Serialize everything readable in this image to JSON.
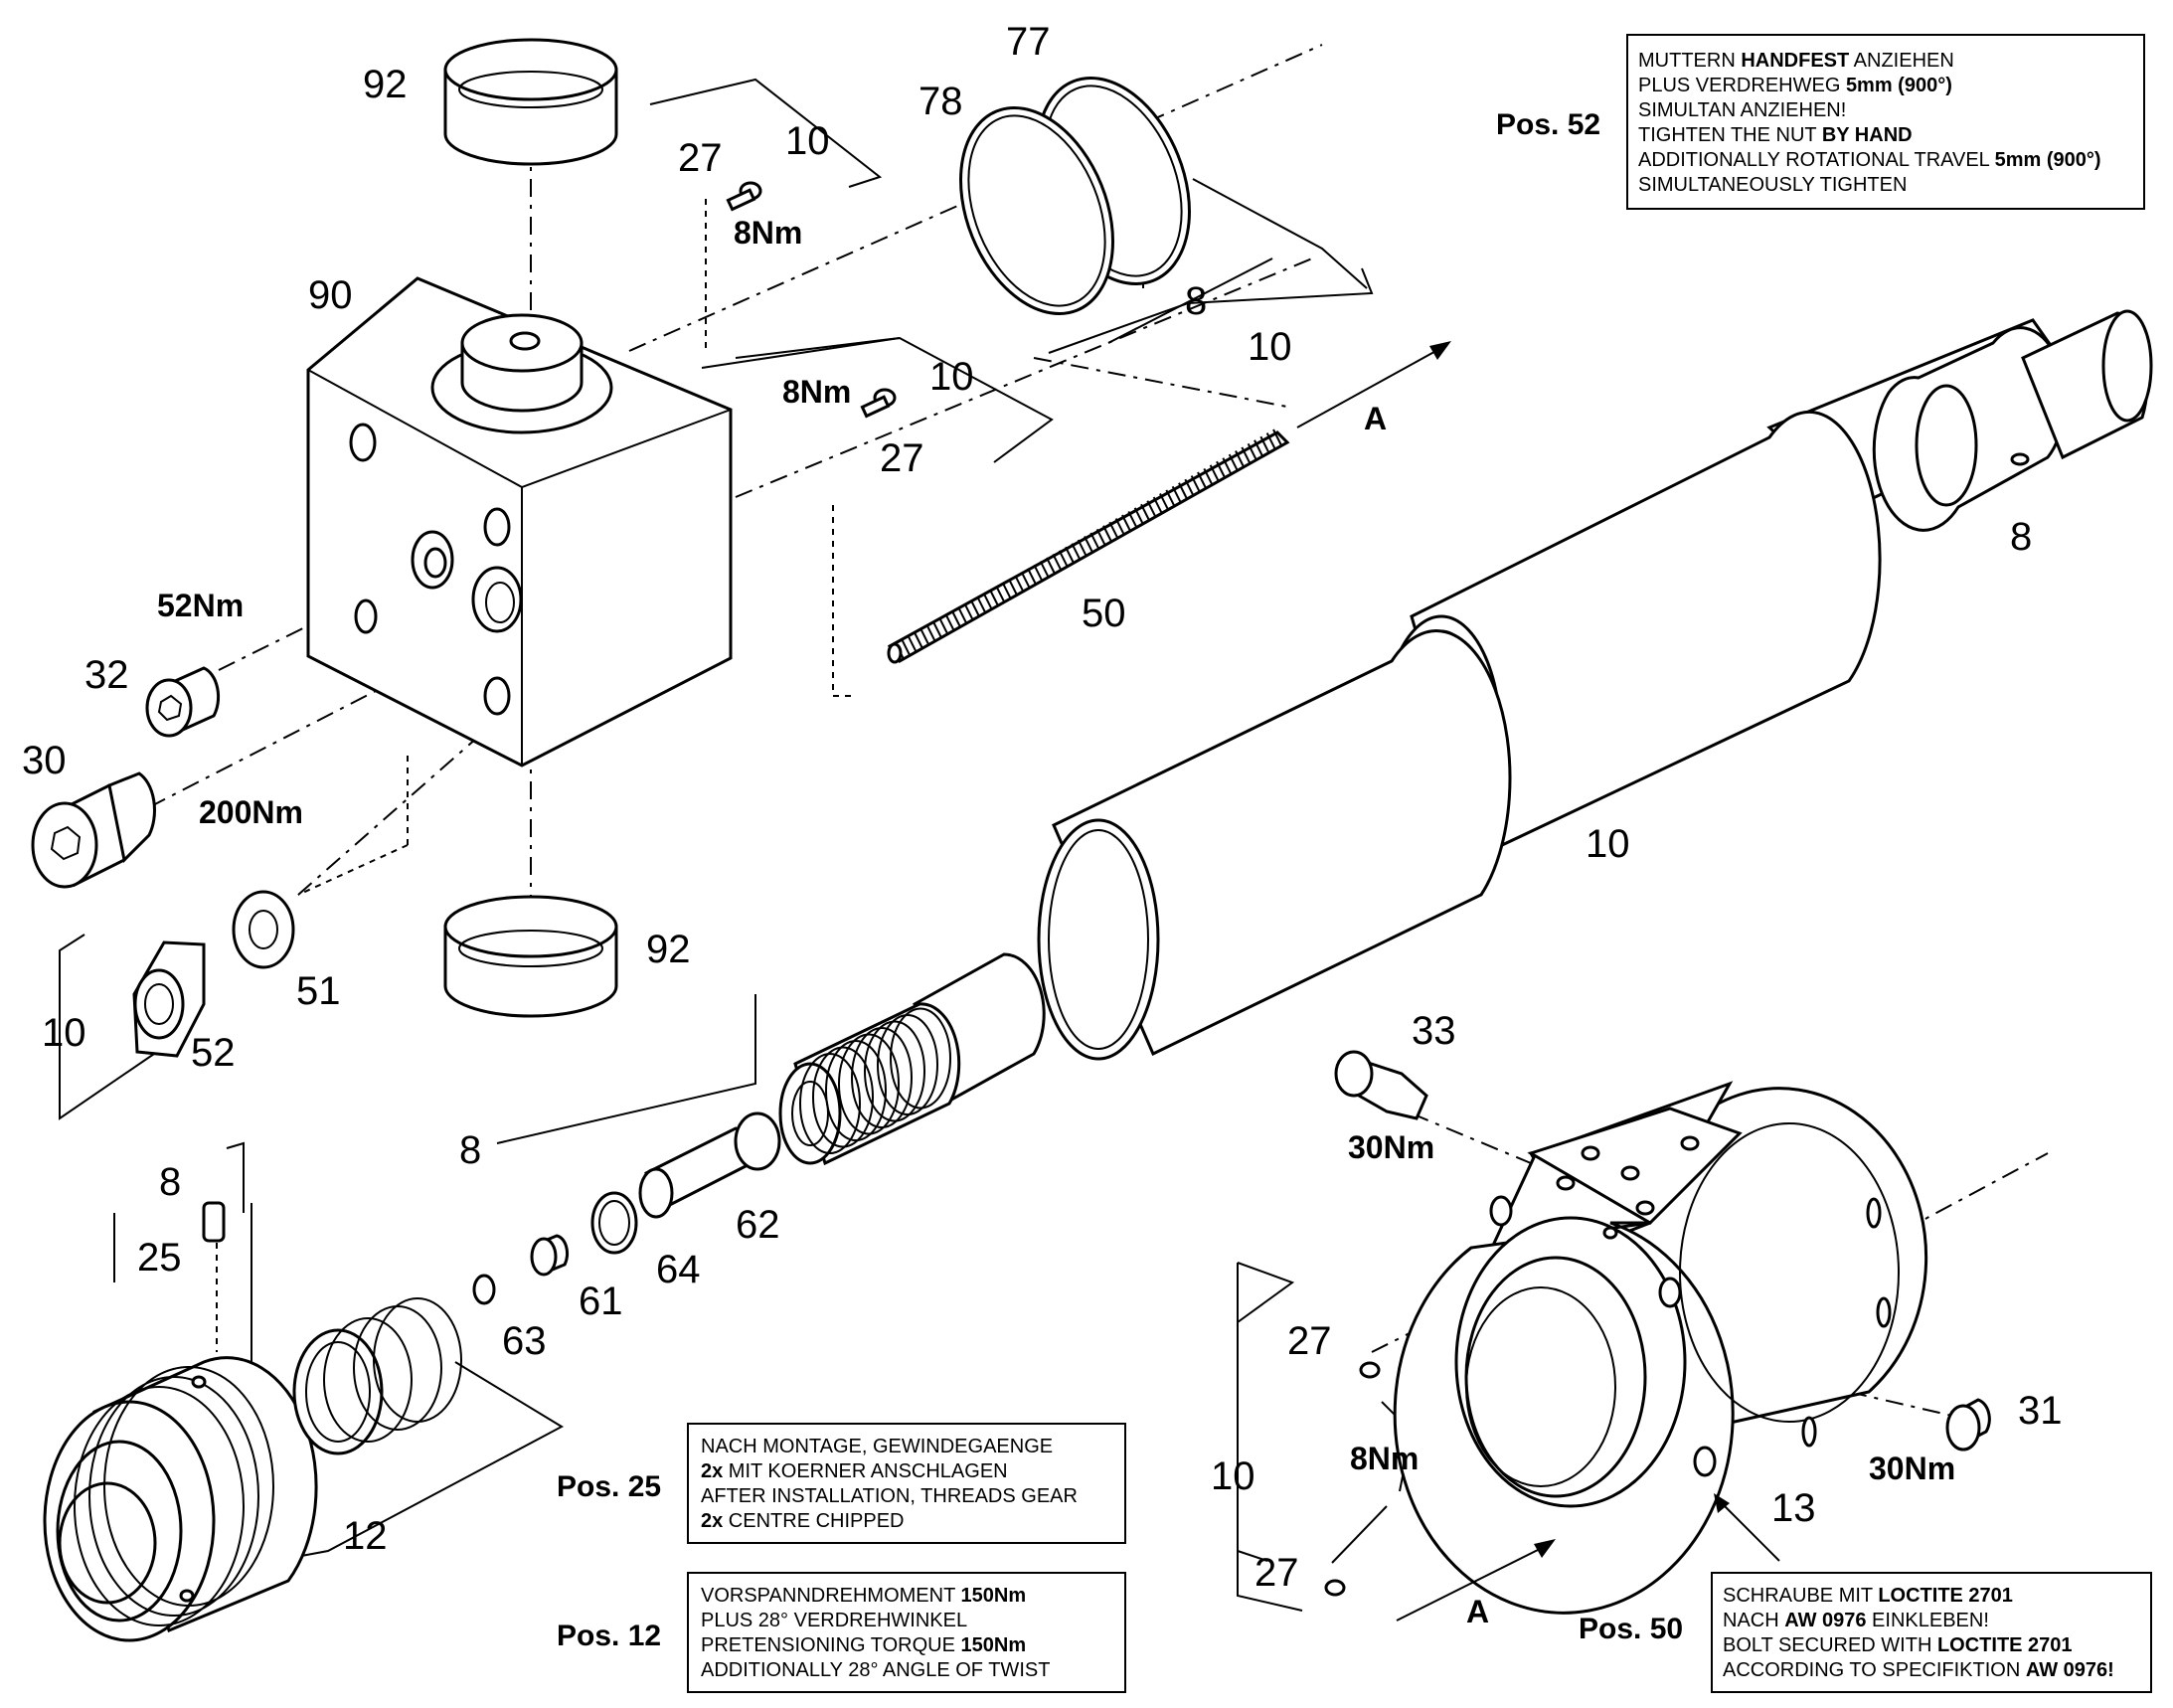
{
  "callouts": {
    "c92_top": "92",
    "c10_a": "10",
    "c27_a": "27",
    "c77": "77",
    "c78": "78",
    "c90": "90",
    "c8_a": "8",
    "c10_b": "10",
    "c10_c": "10",
    "c27_b": "27",
    "c50": "50",
    "c8_shaft": "8",
    "c32": "32",
    "c30": "30",
    "c10_tube": "10",
    "c51": "51",
    "c92_bot": "92",
    "c10_d": "10",
    "c52": "52",
    "c8_b": "8",
    "c33": "33",
    "c8_c": "8",
    "c25": "25",
    "c62": "62",
    "c64": "64",
    "c61": "61",
    "c63": "63",
    "c27_c": "27",
    "c12": "12",
    "c31": "31",
    "c10_e": "10",
    "c13": "13",
    "c27_d": "27"
  },
  "torques": {
    "t8_a": "8Nm",
    "t8_b": "8Nm",
    "t52": "52Nm",
    "t200": "200Nm",
    "t30_a": "30Nm",
    "t8_c": "8Nm",
    "t30_b": "30Nm"
  },
  "arrows": {
    "a_top": "A",
    "a_bottom": "A"
  },
  "notes": {
    "pos52": {
      "label": "Pos. 52",
      "line1": {
        "a": "MUTTERN ",
        "b": "HANDFEST",
        "c": " ANZIEHEN"
      },
      "line2": {
        "a": "PLUS VERDREHWEG ",
        "b": "5mm (900°)"
      },
      "line3": {
        "a": "SIMULTAN ANZIEHEN!"
      },
      "line4": {
        "a": "TIGHTEN THE NUT ",
        "b": "BY HAND"
      },
      "line5": {
        "a": "ADDITIONALLY ROTATIONAL TRAVEL ",
        "b": "5mm (900°)"
      },
      "line6": {
        "a": "SIMULTANEOUSLY TIGHTEN"
      }
    },
    "pos25": {
      "label": "Pos. 25",
      "line1": {
        "a": "NACH MONTAGE, GEWINDEGAENGE"
      },
      "line2": {
        "b": "2x",
        "a": " MIT KOERNER ANSCHLAGEN"
      },
      "line3": {
        "a": "AFTER INSTALLATION, THREADS GEAR"
      },
      "line4": {
        "b": "2x",
        "a": " CENTRE CHIPPED"
      }
    },
    "pos12": {
      "label": "Pos. 12",
      "line1": {
        "a": "VORSPANNDREHMOMENT ",
        "b": "150Nm"
      },
      "line2": {
        "a": "PLUS 28° VERDREHWINKEL"
      },
      "line3": {
        "a": "PRETENSIONING TORQUE ",
        "b": "150Nm"
      },
      "line4": {
        "a": "ADDITIONALLY 28° ANGLE OF TWIST"
      }
    },
    "pos50": {
      "label": "Pos. 50",
      "line1": {
        "a": "SCHRAUBE MIT ",
        "b": "LOCTITE 2701"
      },
      "line2": {
        "a": "NACH ",
        "b": "AW 0976",
        "c": " EINKLEBEN!"
      },
      "line3": {
        "a": "BOLT SECURED WITH ",
        "b": "LOCTITE 2701"
      },
      "line4": {
        "a": "ACCORDING TO SPECIFIKTION ",
        "b": "AW 0976!"
      }
    }
  }
}
